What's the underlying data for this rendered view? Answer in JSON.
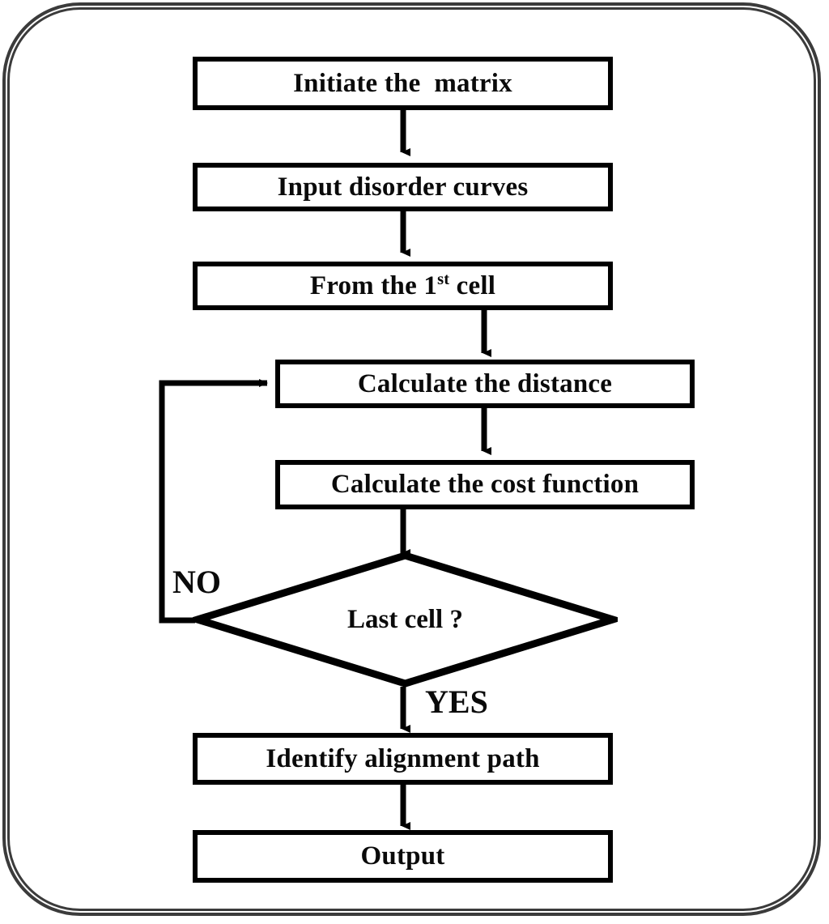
{
  "diagram": {
    "type": "flowchart",
    "title": "DTW alignment algorithm flowchart",
    "frame": {
      "shape": "rounded-rectangle",
      "stroke_color": "#3b3b3b",
      "style": "double-line"
    },
    "node_stroke_color": "#000000",
    "node_fill_color": "#ffffff",
    "text_color": "#0a0a0a",
    "nodes": [
      {
        "id": "initiate",
        "shape": "process",
        "label": "Initiate the  matrix"
      },
      {
        "id": "input",
        "shape": "process",
        "label": "Input disorder curves"
      },
      {
        "id": "firstcell",
        "shape": "process",
        "label_prefix": "From the 1",
        "label_sup": "st",
        "label_suffix": " cell"
      },
      {
        "id": "distance",
        "shape": "process",
        "label": "Calculate the distance"
      },
      {
        "id": "cost",
        "shape": "process",
        "label": "Calculate the cost function"
      },
      {
        "id": "lastcell",
        "shape": "decision",
        "label": "Last cell ?"
      },
      {
        "id": "identify",
        "shape": "process",
        "label": "Identify alignment path"
      },
      {
        "id": "output",
        "shape": "process",
        "label": "Output"
      }
    ],
    "branch_labels": {
      "no": "NO",
      "yes": "YES"
    },
    "edges": [
      {
        "from": "initiate",
        "to": "input",
        "label": ""
      },
      {
        "from": "input",
        "to": "firstcell",
        "label": ""
      },
      {
        "from": "firstcell",
        "to": "distance",
        "label": ""
      },
      {
        "from": "distance",
        "to": "cost",
        "label": ""
      },
      {
        "from": "cost",
        "to": "lastcell",
        "label": ""
      },
      {
        "from": "lastcell",
        "to": "distance",
        "label": "NO"
      },
      {
        "from": "lastcell",
        "to": "identify",
        "label": "YES"
      },
      {
        "from": "identify",
        "to": "output",
        "label": ""
      }
    ]
  }
}
